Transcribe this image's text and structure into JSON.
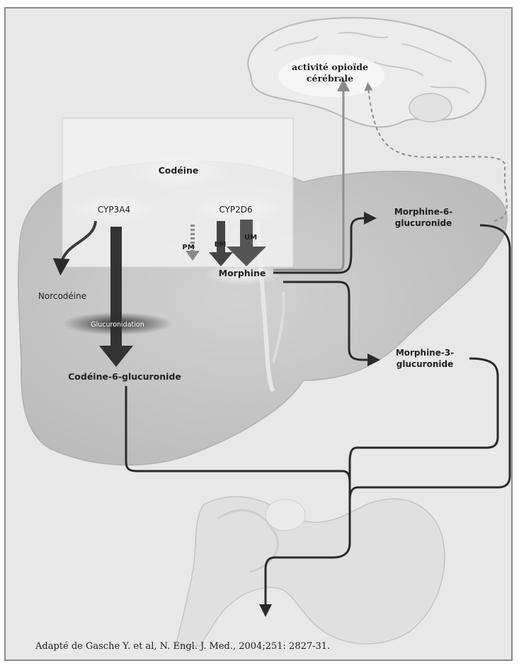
{
  "labels": {
    "brain_activity_line1": "activité opioïde",
    "brain_activity_line2": "cérébrale",
    "codeine": "Codéine",
    "cyp3a4": "CYP3A4",
    "cyp2d6": "CYP2D6",
    "pm": "PM",
    "em": "EM",
    "um": "UM",
    "morphine": "Morphine",
    "norcodeine": "Norcodéine",
    "glucuronidation": "Glucuronidation",
    "codeine_6_glucuronide": "Codéine-6-glucuronide",
    "m6g_line1": "Morphine-6-",
    "m6g_line2": "glucuronide",
    "m3g_line1": "Morphine-3-",
    "m3g_line2": "glucuronide"
  },
  "caption": "Adapté de Gasche Y. et al, N. Engl. J. Med., 2004;251: 2827-31.",
  "colors": {
    "background": "#e8e8e8",
    "liver": "#c9c9c9",
    "liver_light": "#d8d8d8",
    "arrow_dark": "#3a3a3a",
    "arrow_mid": "#7a7a7a",
    "line": "#2a2a2a"
  }
}
